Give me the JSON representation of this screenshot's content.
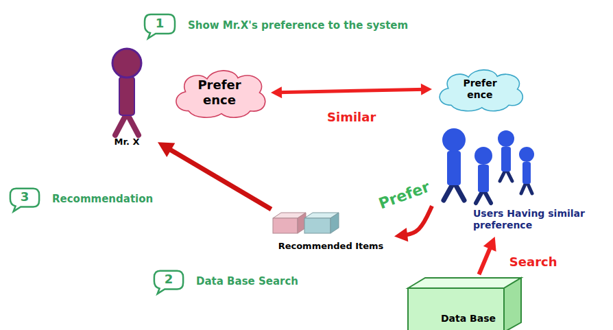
{
  "diagram": {
    "nodes": [
      {
        "text": [
          "1",
          "Show Mr.X's preference to the system"
        ]
      },
      {
        "text": [
          "Mr. X"
        ]
      },
      {
        "text": [
          "Prefer ence"
        ]
      },
      {
        "text": [
          "Prefer ence"
        ]
      },
      {
        "text": [
          "Users Having similar preference"
        ]
      },
      {
        "text": [
          "3",
          "Recommendation"
        ]
      },
      {
        "text": [
          "Recommended Items"
        ]
      },
      {
        "text": [
          "2",
          "Data Base Search"
        ]
      },
      {
        "text": [
          "Data Base"
        ]
      }
    ],
    "edges": [
      {
        "from": 2,
        "to": 3,
        "arrow": "both",
        "label": "Similar"
      },
      {
        "from": 8,
        "to": 4,
        "arrow": "to",
        "label": "Search"
      },
      {
        "from": 4,
        "to": 6,
        "arrow": "to",
        "label": "Prefer"
      },
      {
        "from": 6,
        "to": 1,
        "arrow": "to"
      }
    ]
  }
}
